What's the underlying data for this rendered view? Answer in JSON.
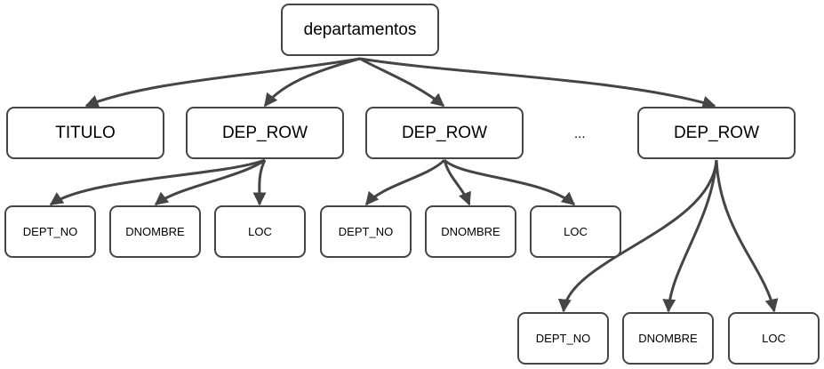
{
  "root": {
    "label": "departamentos"
  },
  "level1": {
    "titulo": "TITULO",
    "dep_row": "DEP_ROW",
    "ellipsis": "..."
  },
  "fields": {
    "dept_no": "DEPT_NO",
    "dnombre": "DNOMBRE",
    "loc": "LOC"
  },
  "colors": {
    "stroke": "#454545",
    "fill": "#ffffff",
    "text": "#000000"
  }
}
